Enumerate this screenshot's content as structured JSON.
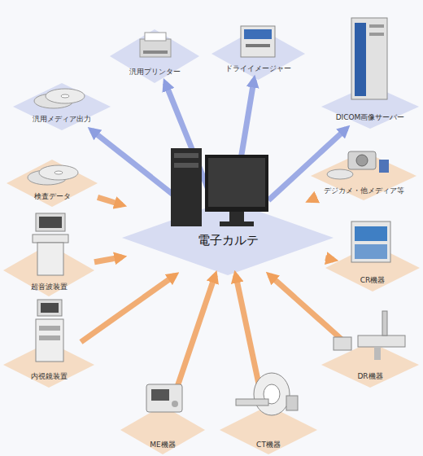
{
  "diagram": {
    "nodes": [
      {
        "text": [
          "汎用プリンター"
        ]
      },
      {
        "text": [
          "ドライイメージャー"
        ]
      },
      {
        "text": [
          "汎用メディア出力"
        ]
      },
      {
        "text": [
          "DICOM画像サーバー"
        ]
      },
      {
        "text": [
          "検査データ"
        ]
      },
      {
        "text": [
          "デジカメ・他メディア等"
        ]
      },
      {
        "text": [
          "電子カルテ"
        ]
      },
      {
        "text": [
          "超音波装置"
        ]
      },
      {
        "text": [
          "CR機器"
        ]
      },
      {
        "text": [
          "内視鏡装置"
        ]
      },
      {
        "text": [
          "DR機器"
        ]
      },
      {
        "text": [
          "ME機器"
        ]
      },
      {
        "text": [
          "CT機器"
        ]
      }
    ],
    "edges": [
      {
        "from": 6,
        "to": 0,
        "arrow": "to"
      },
      {
        "from": 6,
        "to": 1,
        "arrow": "to"
      },
      {
        "from": 6,
        "to": 2,
        "arrow": "to"
      },
      {
        "from": 6,
        "to": 3,
        "arrow": "to"
      },
      {
        "from": 4,
        "to": 6,
        "arrow": "to"
      },
      {
        "from": 5,
        "to": 6,
        "arrow": "to"
      },
      {
        "from": 7,
        "to": 6,
        "arrow": "to"
      },
      {
        "from": 8,
        "to": 6,
        "arrow": "to"
      },
      {
        "from": 9,
        "to": 6,
        "arrow": "to"
      },
      {
        "from": 10,
        "to": 6,
        "arrow": "to"
      },
      {
        "from": 11,
        "to": 6,
        "arrow": "to"
      },
      {
        "from": 12,
        "to": 6,
        "arrow": "to"
      }
    ]
  }
}
